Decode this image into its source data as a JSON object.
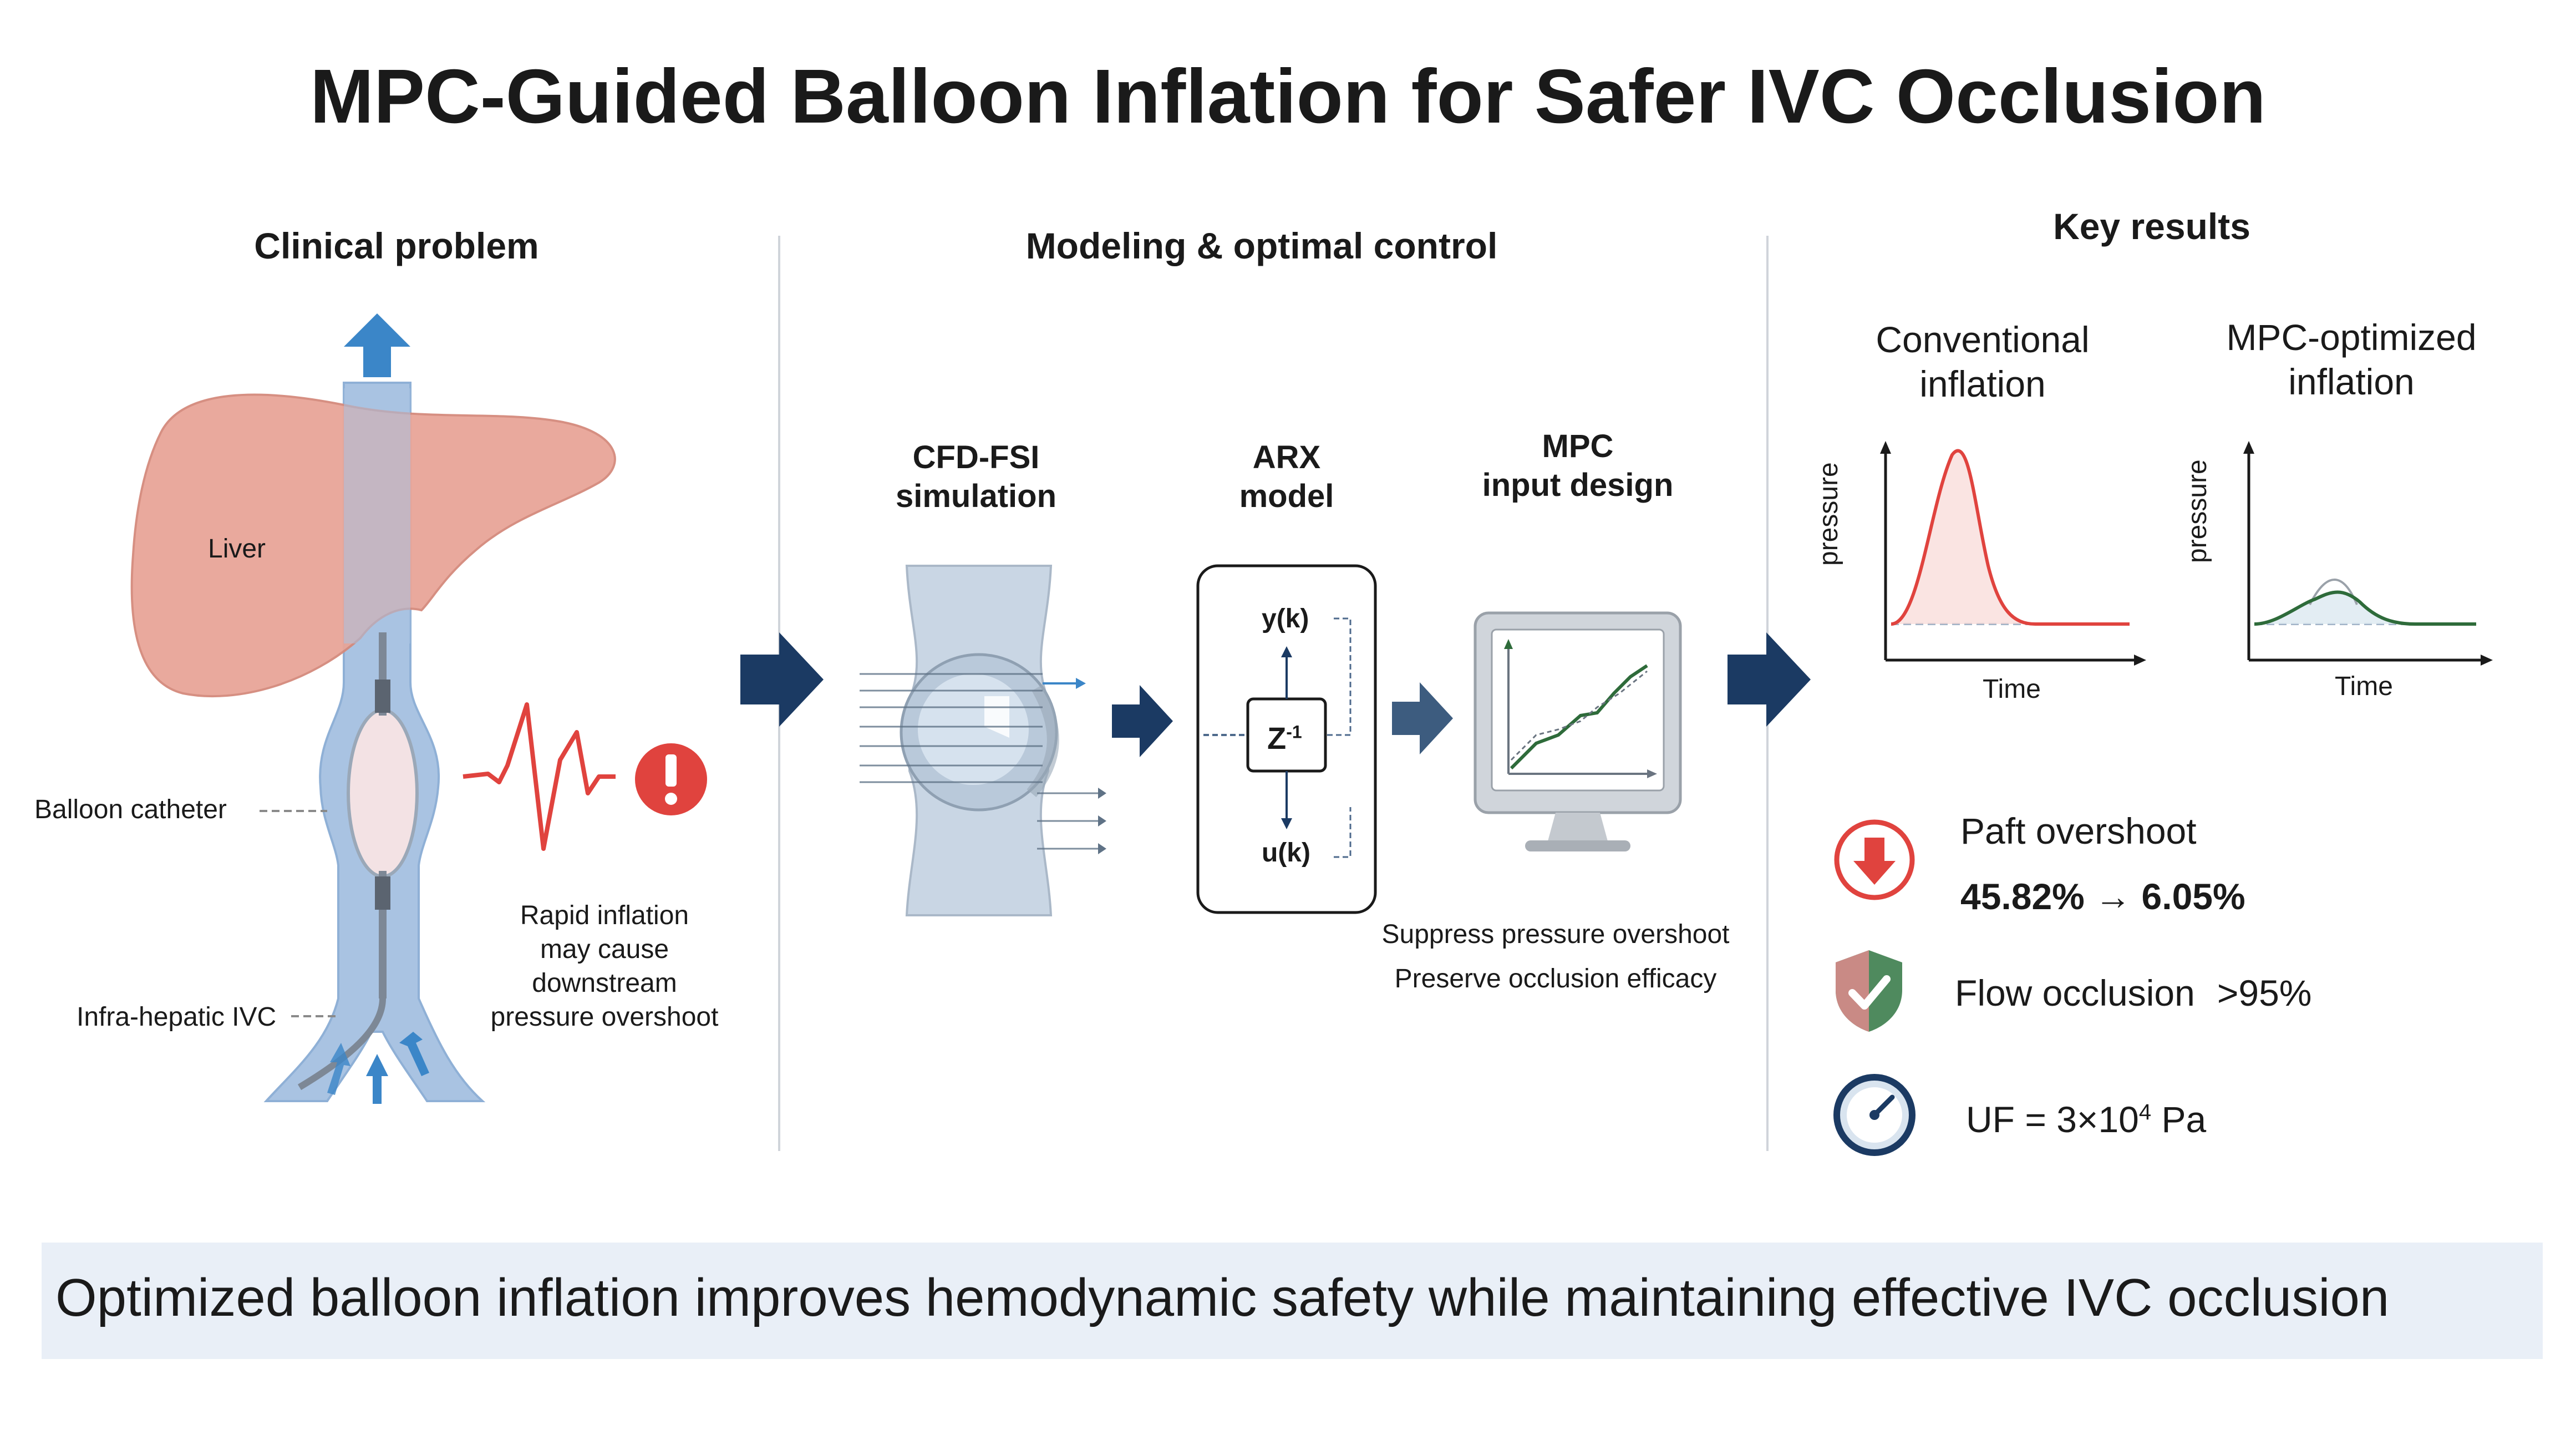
{
  "title": "MPC-Guided Balloon Inflation for Safer IVC Occlusion",
  "sections": {
    "clinical": "Clinical problem",
    "modeling": "Modeling & optimal control",
    "results": "Key results"
  },
  "clinical": {
    "liver": "Liver",
    "balloon_catheter": "Balloon catheter",
    "ivc": "Infra-hepatic IVC",
    "warning_lines": [
      "Rapid inflation",
      "may cause",
      "downstream",
      "pressure overshoot"
    ]
  },
  "stages": {
    "cfd_lines": [
      "CFD-FSI",
      "simulation"
    ],
    "arx_lines": [
      "ARX",
      "model"
    ],
    "mpc_lines": [
      "MPC",
      "input design"
    ],
    "yk": "y(k)",
    "uk": "u(k)",
    "z": "Z",
    "z_exp": "-1"
  },
  "captions": [
    "Suppress pressure overshoot",
    "Preserve occlusion efficacy"
  ],
  "results": {
    "conventional_lines": [
      "Conventional",
      "inflation"
    ],
    "mpc_lines": [
      "MPC-optimized",
      "inflation"
    ],
    "ylabel": "pressure",
    "xlabel": "Time",
    "overshoot_label": "Paft overshoot",
    "overshoot_values": "45.82% → 6.05%",
    "occlusion_label": "Flow occlusion",
    "occlusion_value": ">95%",
    "uf_prefix": "UF = 3×10",
    "uf_exp": "4",
    "uf_unit": " Pa"
  },
  "footer": "Optimized balloon inflation improves hemodynamic safety while maintaining effective IVC occlusion",
  "colors": {
    "navy": "#1b3a63",
    "red": "#e0433e",
    "green": "#2e6b3a",
    "vessel": "#c7d6e8",
    "liver": "#e8a598",
    "footer_bg": "#e9eff7"
  }
}
